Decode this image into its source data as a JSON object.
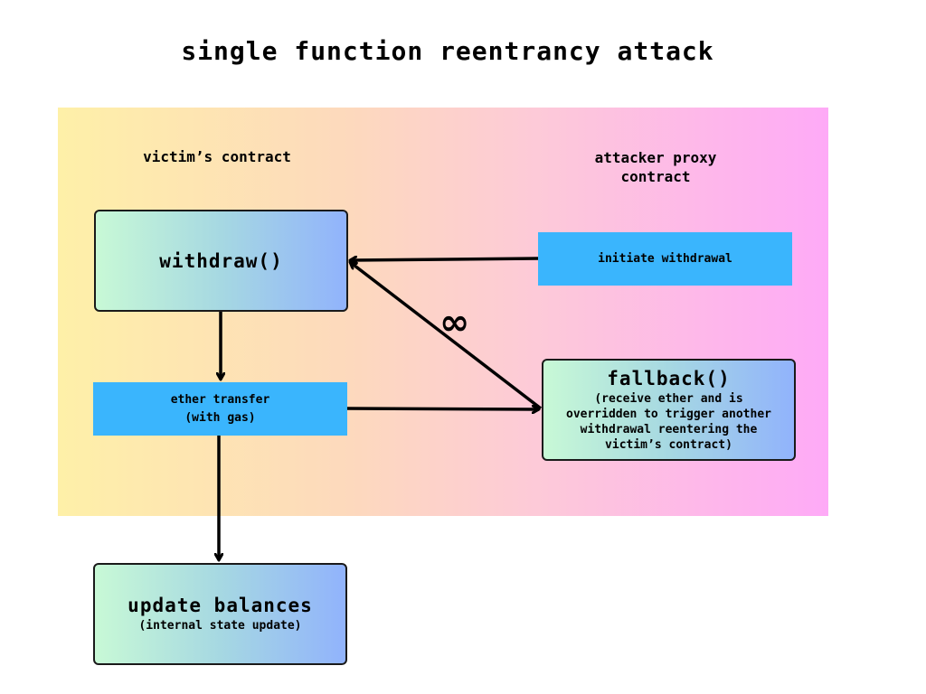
{
  "title": "single function reentrancy attack",
  "sections": {
    "victim": "victim’s contract",
    "attacker_line1": "attacker proxy",
    "attacker_line2": "contract"
  },
  "nodes": {
    "withdraw": {
      "title": "withdraw()"
    },
    "initiate_withdrawal": {
      "label": "initiate withdrawal"
    },
    "ether_transfer": {
      "line1": "ether transfer",
      "line2": "(with gas)"
    },
    "fallback": {
      "title": "fallback()",
      "lines": [
        "(receive ether and is",
        "overridden to trigger another",
        "withdrawal reentering the",
        "victim’s contract)"
      ]
    },
    "update_balances": {
      "title": "update balances",
      "subtitle": "(internal state update)"
    }
  },
  "loop_symbol": "∞",
  "colors": {
    "panel_gradient": [
      "#fef0a8",
      "#fdd9bd",
      "#fdcad8",
      "#feaaf7"
    ],
    "node_gradient": [
      "#c8f9d6",
      "#a6d8e2",
      "#91b3fc"
    ],
    "action_box": "#3ab5fd",
    "stroke": "#000000"
  }
}
